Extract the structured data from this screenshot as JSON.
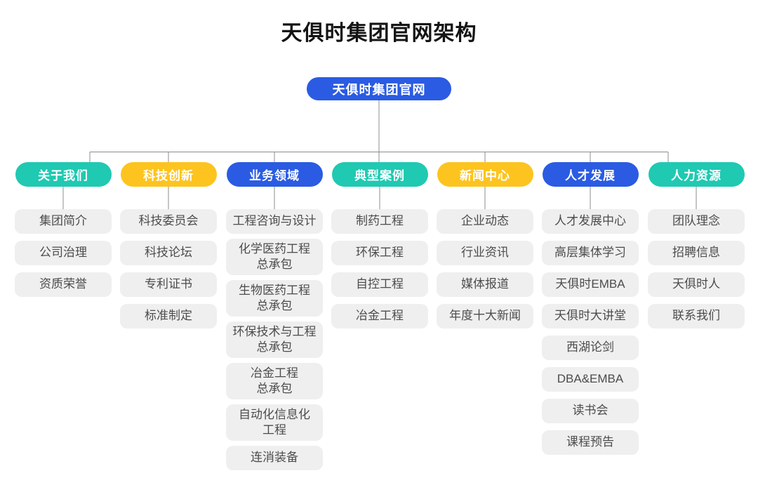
{
  "title": "天俱时集团官网架构",
  "root": {
    "label": "天俱时集团官网"
  },
  "colors": {
    "blue": "#2a5be2",
    "teal": "#1fc9b2",
    "yellow": "#fdc41f",
    "child_bg": "#efefef",
    "child_text": "#4c4c4c",
    "line": "#8c8c8c",
    "title_text": "#141414"
  },
  "branches": [
    {
      "label": "关于我们",
      "color": "teal",
      "children": [
        "集团简介",
        "公司治理",
        "资质荣誉"
      ]
    },
    {
      "label": "科技创新",
      "color": "yellow",
      "children": [
        "科技委员会",
        "科技论坛",
        "专利证书",
        "标准制定"
      ]
    },
    {
      "label": "业务领域",
      "color": "blue",
      "children": [
        "工程咨询与设计",
        "化学医药工程\n总承包",
        "生物医药工程\n总承包",
        "环保技术与工程\n总承包",
        "冶金工程\n总承包",
        "自动化信息化\n工程",
        "连消装备"
      ]
    },
    {
      "label": "典型案例",
      "color": "teal",
      "children": [
        "制药工程",
        "环保工程",
        "自控工程",
        "冶金工程"
      ]
    },
    {
      "label": "新闻中心",
      "color": "yellow",
      "children": [
        "企业动态",
        "行业资讯",
        "媒体报道",
        "年度十大新闻"
      ]
    },
    {
      "label": "人才发展",
      "color": "blue",
      "children": [
        "人才发展中心",
        "高层集体学习",
        "天俱时EMBA",
        "天俱时大讲堂",
        "西湖论剑",
        "DBA&EMBA",
        "读书会",
        "课程预告"
      ]
    },
    {
      "label": "人力资源",
      "color": "teal",
      "children": [
        "团队理念",
        "招聘信息",
        "天俱时人",
        "联系我们"
      ]
    }
  ]
}
